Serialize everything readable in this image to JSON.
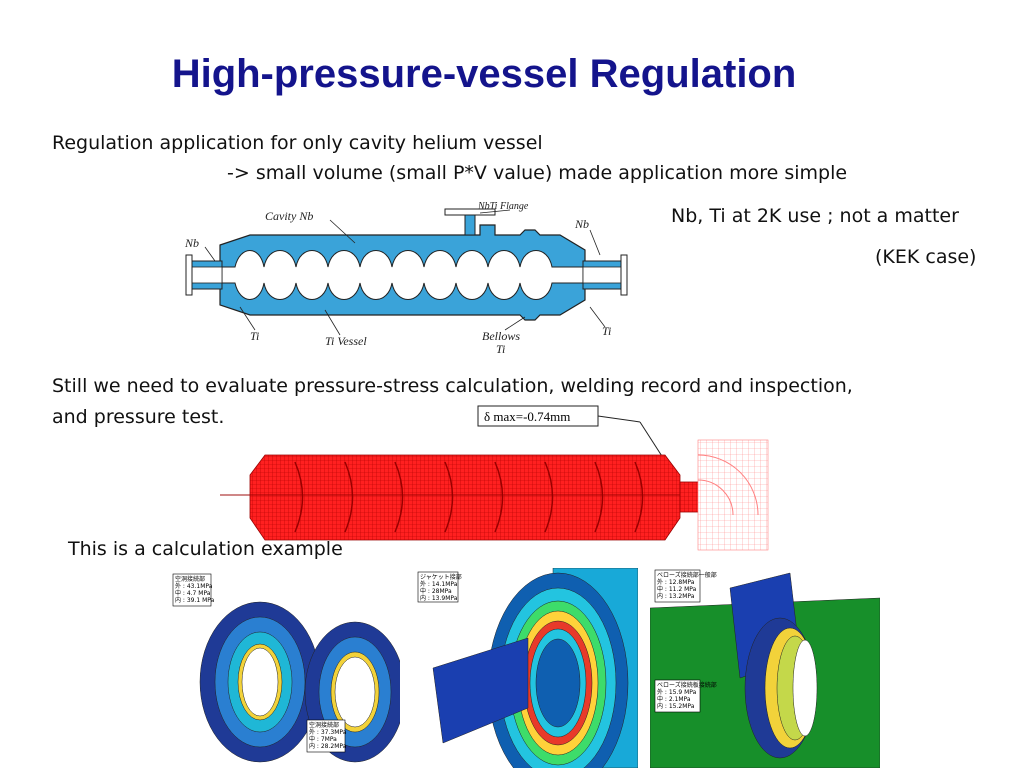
{
  "slide": {
    "title": "High-pressure-vessel Regulation",
    "line1": "Regulation application for only cavity helium vessel",
    "line2": "-> small volume (small P*V value) made application more simple",
    "note1": "Nb, Ti at 2K use ; not a matter",
    "note2": "(KEK case)",
    "line3a": "Still we need to evaluate pressure-stress calculation, welding record and inspection,",
    "line3b": "and pressure test.",
    "line4": "This is a calculation example"
  },
  "diagram": {
    "labels": {
      "cavity_nb": "Cavity  Nb",
      "nbti_flange": "NbTi Flange",
      "nb_left": "Nb",
      "nb_right": "Nb",
      "ti_left": "Ti",
      "ti_vessel": "Ti  Vessel",
      "bellows": "Bellows",
      "bellows_ti": "Ti",
      "ti_right": "Ti"
    }
  },
  "fem": {
    "delta_label": "δ max=-0.74mm"
  },
  "stress_panels": [
    {
      "lines": [
        "空洞接続部",
        "外 : 43.1MPa",
        "中 :  4.7 MPa",
        "内 : 39.1 MPa"
      ],
      "lines2": [
        "空洞接続部",
        "外 : 37.3MPa",
        "中 :    7MPa",
        "内 : 28.2MPa"
      ]
    },
    {
      "lines": [
        "ジャケット接部",
        "外 : 14.1MPa",
        "中 :  28MPa",
        "内 : 13.9MPa"
      ]
    },
    {
      "lines": [
        "ベローズ接続部一般部",
        "外 : 12.8MPa",
        "中 : 11.2 MPa",
        "内 : 13.2MPa"
      ],
      "lines2": [
        "ベローズ接続板接続部",
        "外 : 15.9 MPa",
        "中 :    2.1MPa",
        "内 : 15.2MPa"
      ]
    }
  ],
  "colors": {
    "title": "#14148c",
    "vessel_blue": "#3aa3d9",
    "fem_red": "#ff2020"
  }
}
